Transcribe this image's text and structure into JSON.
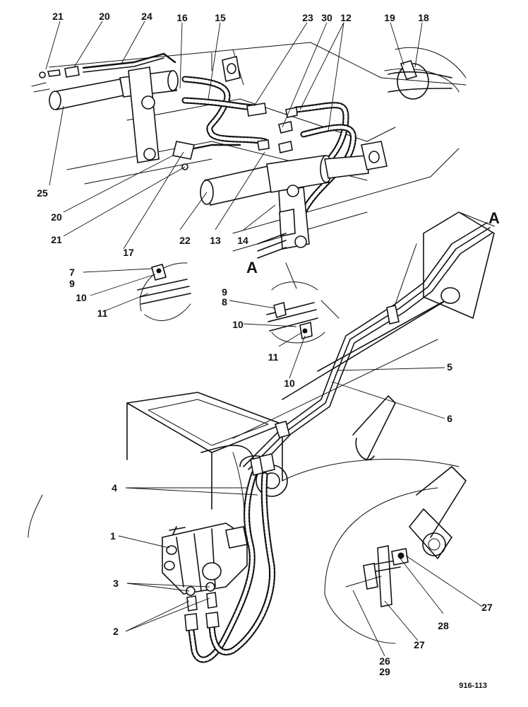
{
  "drawing_ref": "916-113",
  "section_markers": {
    "top_right": "A",
    "middle_left": "A"
  },
  "callouts": {
    "c21a": "21",
    "c20a": "20",
    "c24": "24",
    "c16": "16",
    "c15": "15",
    "c23": "23",
    "c30": "30",
    "c12": "12",
    "c19": "19",
    "c18": "18",
    "c25": "25",
    "c20b": "20",
    "c21b": "21",
    "c22": "22",
    "c13": "13",
    "c14": "14",
    "c17": "17",
    "c7": "7",
    "c9a": "9",
    "c10a": "10",
    "c11a": "11",
    "c9b": "9",
    "c8": "8",
    "c10b": "10",
    "c11b": "11",
    "c10c": "10",
    "c5": "5",
    "c6": "6",
    "c4": "4",
    "c1": "1",
    "c3": "3",
    "c2": "2",
    "c27a": "27",
    "c28": "28",
    "c27b": "27",
    "c26": "26",
    "c29": "29"
  }
}
